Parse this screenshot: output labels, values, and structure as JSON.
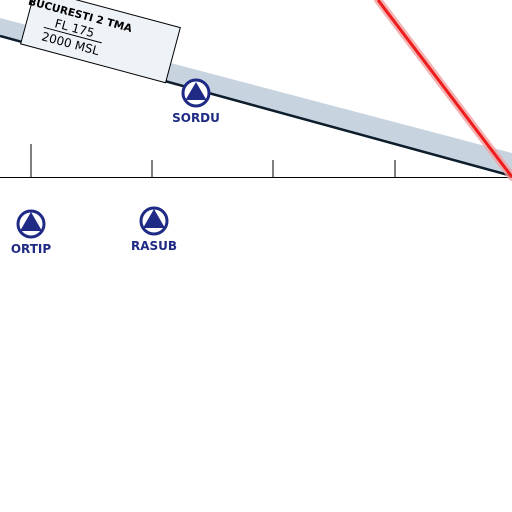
{
  "chart": {
    "colors": {
      "airspace_band": "#c7d3df",
      "airspace_edge": "#0d1d2b",
      "route_line": "#ee1c1c",
      "route_glow": "#f2a1a1",
      "waypoint_fill": "#1f2a85",
      "scale_line": "#000000",
      "label_box_fill": "#eef3f8"
    }
  },
  "airspace_label": {
    "name": "BUCURESTI 2 TMA",
    "upper_limit": "FL 175",
    "lower_limit": "2000 MSL"
  },
  "waypoints": [
    {
      "id": "sordu",
      "name": "SORDU",
      "symbol": "circled-triangle-icon"
    },
    {
      "id": "ortip",
      "name": "ORTIP",
      "symbol": "triangle-icon"
    },
    {
      "id": "rasub",
      "name": "RASUB",
      "symbol": "triangle-icon"
    }
  ]
}
